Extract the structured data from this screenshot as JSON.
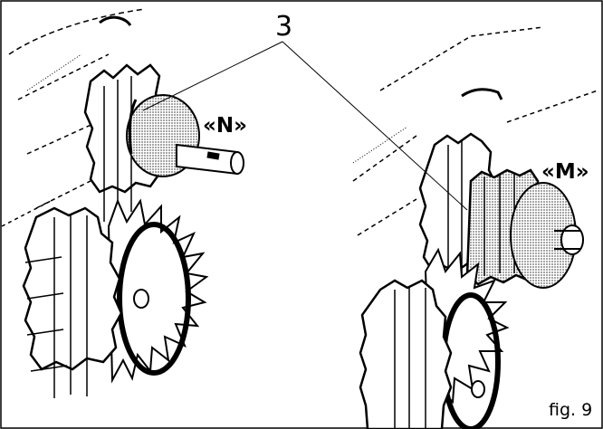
{
  "figure": {
    "callout_number": "3",
    "label_left": "«N»",
    "label_right": "«M»",
    "caption": "fig. 9"
  },
  "colors": {
    "ink": "#000000",
    "paper": "#ffffff",
    "shade": "#9a9a9a"
  }
}
